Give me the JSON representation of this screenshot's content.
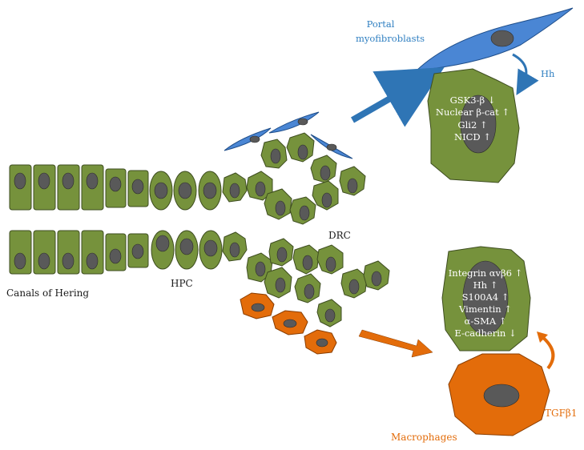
{
  "labels": {
    "portal_line1": "Portal",
    "portal_line2": "myofibroblasts",
    "hh_top": "Hh",
    "drc": "DRC",
    "hpc": "HPC",
    "canals": "Canals of Hering",
    "tgf": "TGFβ1",
    "macrophages": "Macrophages"
  },
  "top_markers": [
    "GSK3-β ↓",
    "Nuclear β-cat ↑",
    "Gli2 ↑",
    "NICD ↑"
  ],
  "bottom_markers": [
    "Integrin αvβ6 ↑",
    "Hh ↑",
    "S100A4 ↑",
    "Vimentin ↑",
    "α-SMA ↑",
    "E-cadherin ↓"
  ],
  "colors": {
    "green": "#76923c",
    "blue": "#4a86d4",
    "orange": "#e36c0a",
    "nucleus": "#595959"
  }
}
